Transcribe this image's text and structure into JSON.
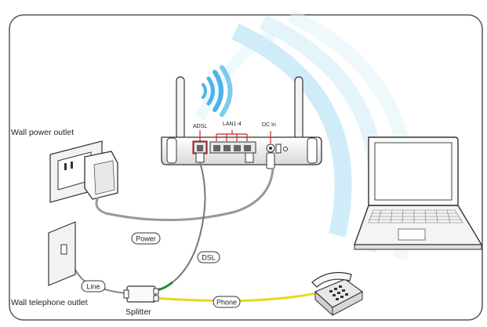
{
  "labels": {
    "wall_power_outlet": "Wall power outlet",
    "wall_telephone_outlet": "Wall telephone outlet",
    "splitter": "Splitter"
  },
  "router_ports": {
    "adsl": "ADSL",
    "lan": "LAN1-4",
    "dc_in": "DC In"
  },
  "cables": {
    "power": "Power",
    "dsl": "DSL",
    "line": "Line",
    "phone": "Phone"
  },
  "colors": {
    "frame": "#555555",
    "wifi_blue": "#4fb3e6",
    "port_red": "#d32020",
    "dsl_green": "#1f8a3a",
    "phone_yellow": "#f2e41e",
    "cable_gray": "#888888"
  }
}
